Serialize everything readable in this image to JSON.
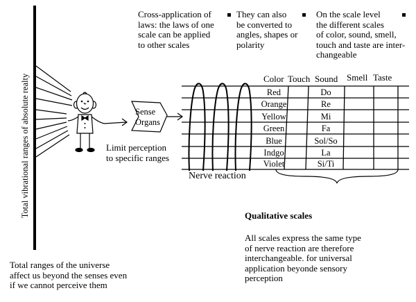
{
  "left_axis_label": "Total vibrational ranges of absolute realty",
  "notes": [
    {
      "text": "Cross-application of\nlaws: the laws of one\nscale can be applied\nto other scales"
    },
    {
      "text": "They can also\nbe converted to\nangles, shapes or\npolarity"
    },
    {
      "text": "On the scale level\nthe different scales\nof color, sound, smell,\ntouch and taste are inter-\nchangeable"
    }
  ],
  "sense_organs_label": "Sense\nOrgans",
  "limit_perception_label": "Limit perception\nto specific ranges",
  "nerve_reaction_label": "Nerve reaction",
  "table": {
    "headers": [
      "Color",
      "Touch",
      "Sound",
      "Smell",
      "Taste"
    ],
    "colors": [
      "Red",
      "Orange",
      "Yellow",
      "Green",
      "Blue",
      "Indgo",
      "Violet"
    ],
    "sounds": [
      "Do",
      "Re",
      "Mi",
      "Fa",
      "Sol/So",
      "La",
      "Si/Ti"
    ]
  },
  "qualitative": {
    "title": "Qualitative scales",
    "body": "All scales express the same type\nof nerve reaction are therefore\ninterchangeable. for universal\napplication beyonde sensory\nperception"
  },
  "universe_text": "Total ranges of the universe\naffect us beyond the senses even\nif we cannot perceive them"
}
